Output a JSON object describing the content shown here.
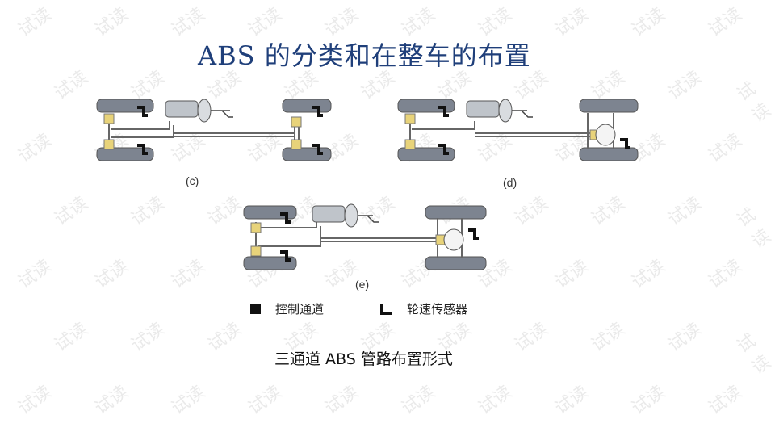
{
  "title": "ABS 的分类和在整车的布置",
  "diagrams": [
    {
      "label": "(c)"
    },
    {
      "label": "(d)"
    },
    {
      "label": "(e)"
    }
  ],
  "legend": {
    "control_channel": "控制通道",
    "wheel_speed_sensor": "轮速传感器"
  },
  "caption": "三通道 ABS 管路布置形式",
  "watermark": "试读"
}
